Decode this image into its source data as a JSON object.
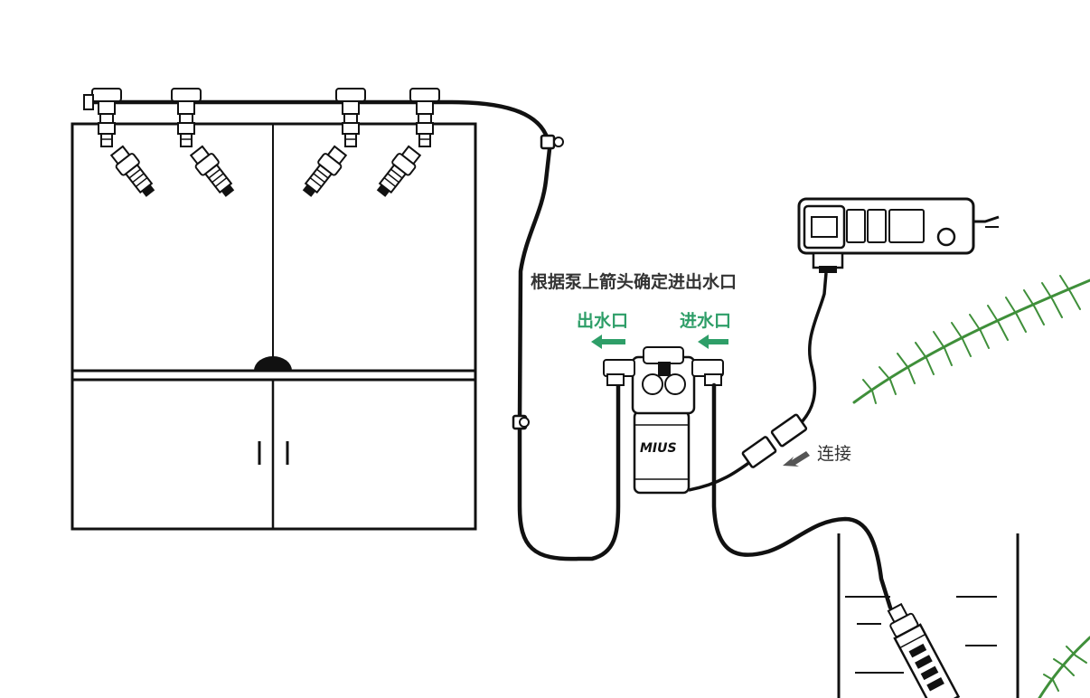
{
  "labels": {
    "instruction": "根据泵上箭头确定进出水口",
    "outlet": "出水口",
    "inlet": "进水口",
    "connect": "连接",
    "pump_brand": "MIUS"
  },
  "colors": {
    "line": "#111111",
    "accent_green": "#2e9e68",
    "arrow_gray": "#555555",
    "leaf_green": "#3f8f3a"
  },
  "icons": {
    "pump": "pump-icon",
    "power_strip": "power-strip-icon",
    "adapter": "power-adapter-icon",
    "nozzle": "mist-nozzle-icon",
    "filter": "submersible-filter-icon",
    "leaf": "pine-branch-icon"
  }
}
